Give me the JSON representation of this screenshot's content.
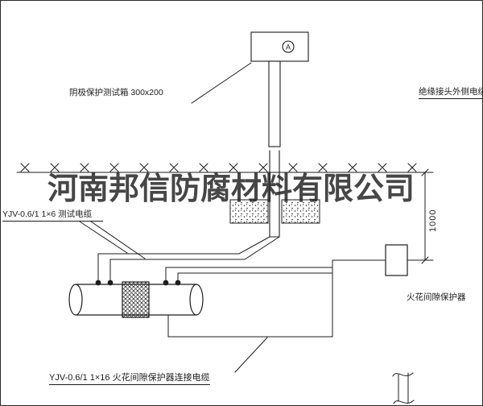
{
  "colors": {
    "line": "#1c1c1c",
    "watermark": "#262626"
  },
  "watermark": {
    "text": "河南邦信防腐材料有限公司"
  },
  "test_box": {
    "label": "阴极保护测试箱 300x200",
    "meter_letter": "A"
  },
  "cables": {
    "insulated_joint_label": "绝缘接头外侧电缆",
    "test_cable_label": "YJV-0.6/1 1×6  测试电缆",
    "protector_cable_label": "YJV-0.6/1 1×16  火花间隙保护器连接电缆"
  },
  "spark_protector": {
    "label": "火花间隙保护器"
  },
  "dimension": {
    "value": "1000"
  }
}
